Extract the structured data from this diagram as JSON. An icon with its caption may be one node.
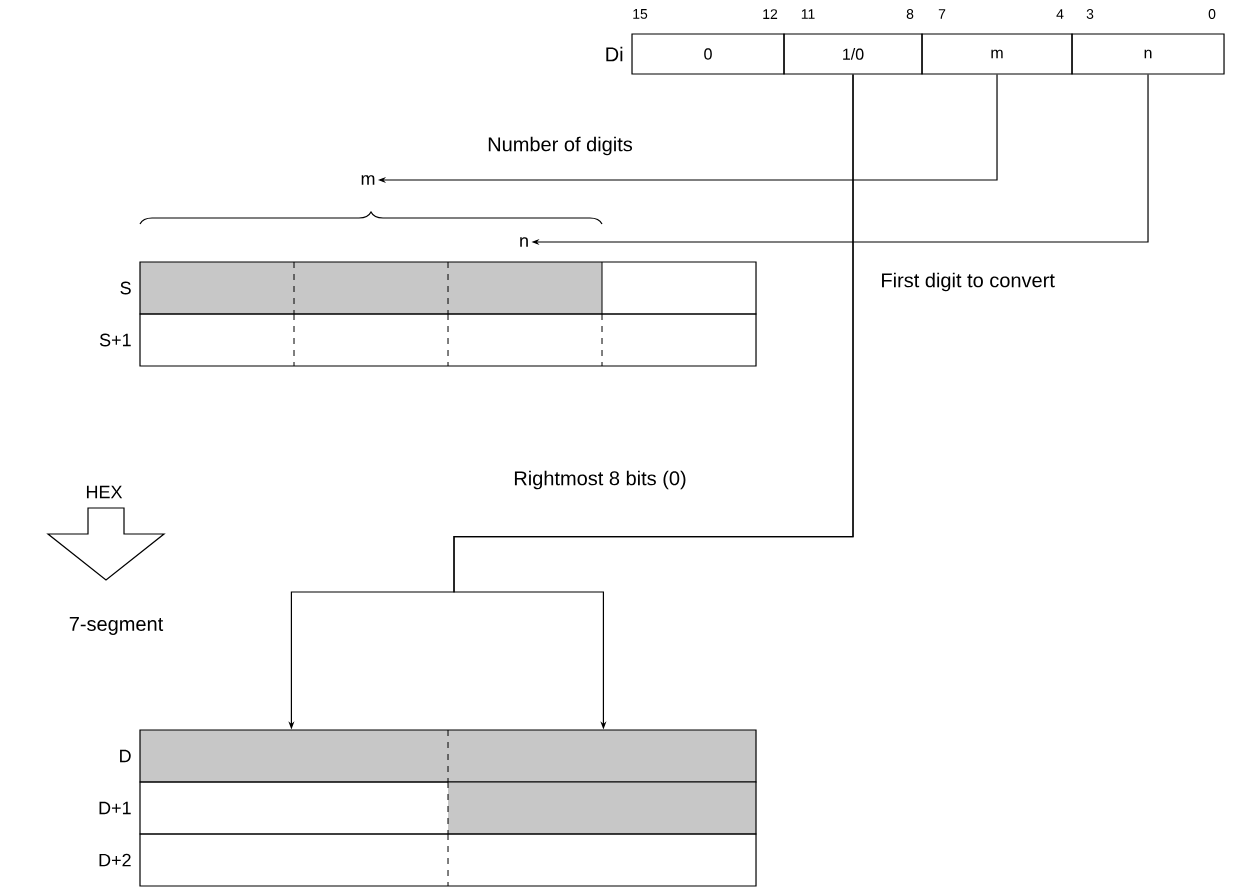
{
  "diagram": {
    "nodes": [
      {
        "text": [
          "0"
        ]
      },
      {
        "text": [
          "1/0"
        ]
      },
      {
        "text": [
          "m"
        ]
      },
      {
        "text": [
          "n"
        ]
      },
      {
        "text": [
          "m"
        ]
      },
      {
        "text": [
          "n"
        ]
      },
      {
        "text": [],
        "shape": "box",
        "beside": [
          "S"
        ]
      },
      {
        "text": [],
        "shape": "box",
        "beside": [
          "S+1"
        ]
      },
      {
        "text": [],
        "shape": "box",
        "beside": [
          "D"
        ]
      },
      {
        "text": [],
        "shape": "box",
        "beside": [
          "D+1"
        ]
      },
      {
        "text": [],
        "shape": "box",
        "beside": [
          "D+2"
        ]
      }
    ],
    "edges": [
      {
        "from": 2,
        "to": 4,
        "arrow": "to",
        "label": "Number of digits"
      },
      {
        "from": 3,
        "to": 5,
        "arrow": "to",
        "label": "First digit to convert"
      },
      {
        "from": 1,
        "to": 8,
        "arrow": "to",
        "label": "Rightmost 8 bits (0)"
      },
      {
        "from": 1,
        "to": 8,
        "arrow": "to"
      }
    ],
    "labels": [
      "15",
      "12",
      "11",
      "8",
      "7",
      "4",
      "3",
      "0",
      "Di",
      "HEX",
      "7-segment"
    ]
  }
}
